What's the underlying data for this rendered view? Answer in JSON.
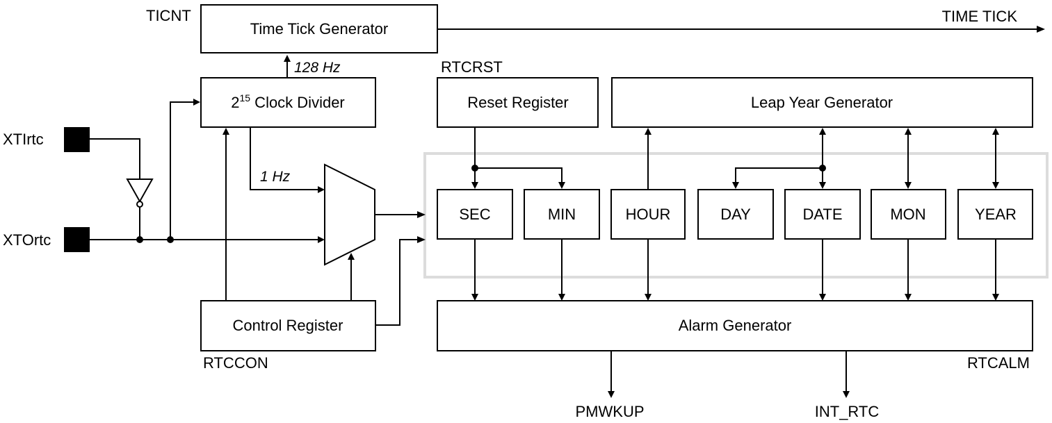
{
  "blocks": {
    "time_tick_generator": "Time Tick Generator",
    "clock_divider_base": "2",
    "clock_divider_exp": "15",
    "clock_divider_rest": " Clock Divider",
    "reset_register": "Reset Register",
    "leap_year_generator": "Leap Year Generator",
    "control_register": "Control Register",
    "alarm_generator": "Alarm Generator"
  },
  "counters": {
    "sec": "SEC",
    "min": "MIN",
    "hour": "HOUR",
    "day": "DAY",
    "date": "DATE",
    "mon": "MON",
    "year": "YEAR"
  },
  "register_names": {
    "ticnt": "TICNT",
    "rtcrst": "RTCRST",
    "rtccon": "RTCCON",
    "rtcalm": "RTCALM"
  },
  "pins": {
    "xti": "XTIrtc",
    "xto": "XTOrtc"
  },
  "signals": {
    "time_tick": "TIME TICK",
    "freq_128": "128 Hz",
    "freq_1": "1 Hz",
    "pmwkup": "PMWKUP",
    "int_rtc": "INT_RTC"
  }
}
